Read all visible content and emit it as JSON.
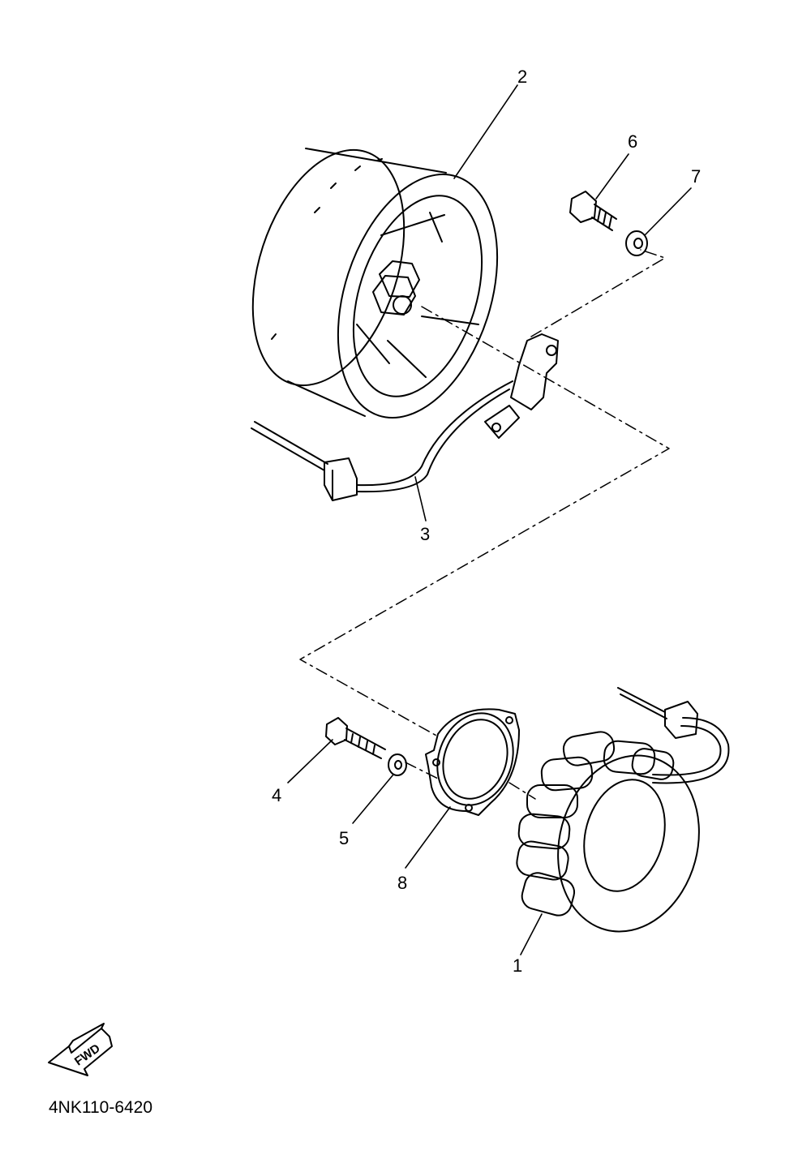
{
  "diagram": {
    "document_number": "4NK110-6420",
    "direction_label": "FWD",
    "parts": [
      {
        "ref": "1"
      },
      {
        "ref": "2"
      },
      {
        "ref": "3"
      },
      {
        "ref": "4"
      },
      {
        "ref": "5"
      },
      {
        "ref": "6"
      },
      {
        "ref": "7"
      },
      {
        "ref": "8"
      }
    ]
  }
}
